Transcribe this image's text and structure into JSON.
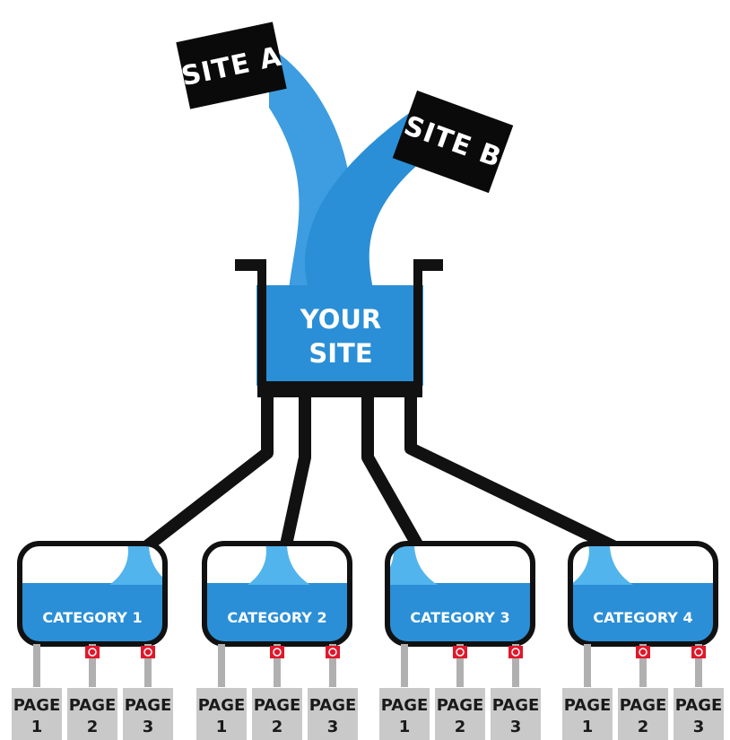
{
  "sources": [
    {
      "label": "SITE A"
    },
    {
      "label": "SITE B"
    }
  ],
  "hub": {
    "line1": "YOUR",
    "line2": "SITE"
  },
  "categories": [
    {
      "label": "CATEGORY 1",
      "pages": [
        [
          "PAGE",
          "1"
        ],
        [
          "PAGE",
          "2"
        ],
        [
          "PAGE",
          "3"
        ]
      ]
    },
    {
      "label": "CATEGORY 2",
      "pages": [
        [
          "PAGE",
          "1"
        ],
        [
          "PAGE",
          "2"
        ],
        [
          "PAGE",
          "3"
        ]
      ]
    },
    {
      "label": "CATEGORY 3",
      "pages": [
        [
          "PAGE",
          "1"
        ],
        [
          "PAGE",
          "2"
        ],
        [
          "PAGE",
          "3"
        ]
      ]
    },
    {
      "label": "CATEGORY 4",
      "pages": [
        [
          "PAGE",
          "1"
        ],
        [
          "PAGE",
          "2"
        ],
        [
          "PAGE",
          "3"
        ]
      ]
    }
  ],
  "colors": {
    "water": "#2a8fd6",
    "water_light": "#52b4ec",
    "outline": "#111111",
    "valve": "#e0182a",
    "page_box": "#c9c9c9",
    "pipe_gray": "#b0b0b0"
  }
}
